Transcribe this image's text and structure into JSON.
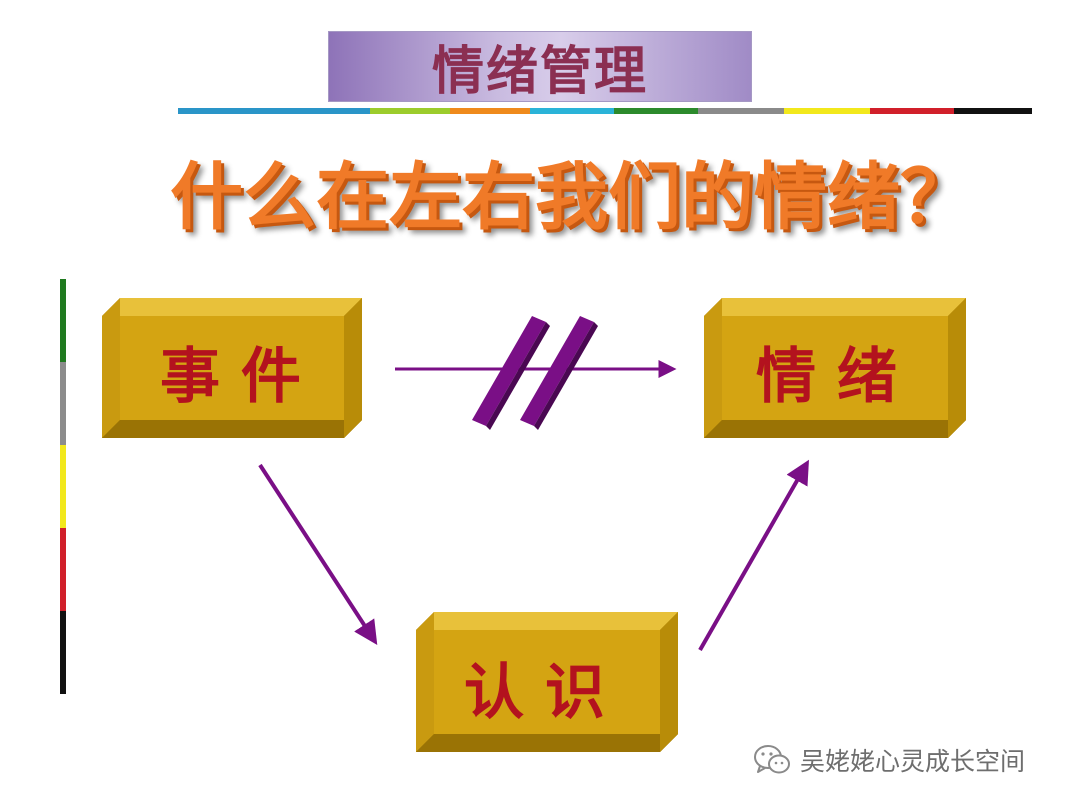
{
  "title": "情绪管理",
  "question": "什么在左右我们的情绪？",
  "nodes": {
    "event": "事 件",
    "emotion": "情 绪",
    "cognition": "认 识"
  },
  "watermark": "吴姥姥心灵成长空间",
  "colors": {
    "title_text": "#8b2f52",
    "question_text": "#f07a28",
    "box_face": "#d4a412",
    "box_label": "#b3121e",
    "arrow": "#7a0f86"
  },
  "icons": {
    "watermark": "wechat-icon"
  },
  "rule_colors": [
    "#2a95c8",
    "#9ccc2c",
    "#ef8a1c",
    "#2ab3d8",
    "#2c8a2c",
    "#8a8a8a",
    "#f2e81c",
    "#d11f2a",
    "#111111"
  ],
  "side_rule_colors": [
    "#1f7a1f",
    "#8c8c8c",
    "#f2e81c",
    "#d11f2a",
    "#111111"
  ]
}
